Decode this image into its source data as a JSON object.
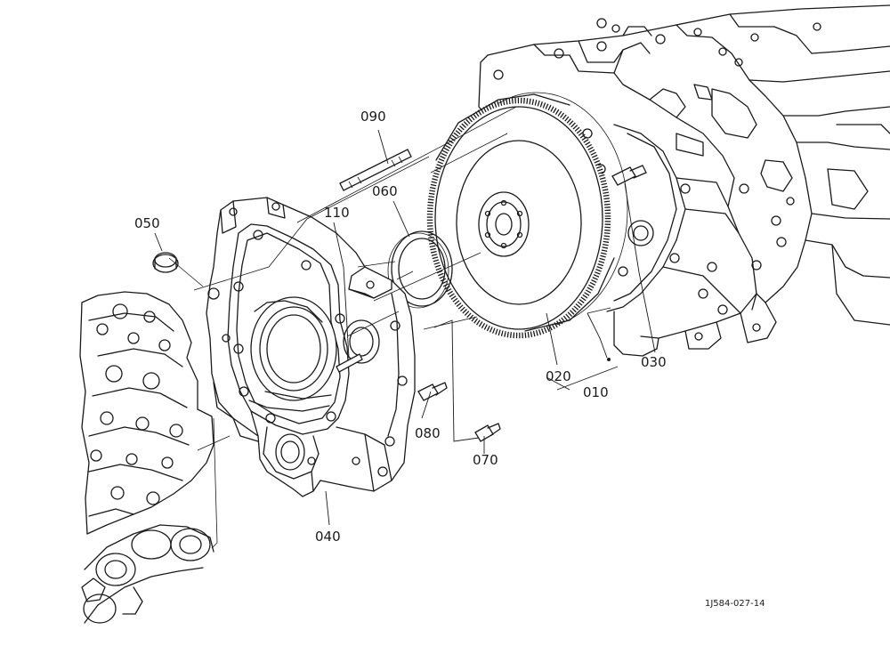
{
  "callouts": {
    "p010": "010",
    "p020": "020",
    "p030": "030",
    "p040": "040",
    "p050": "050",
    "p060": "060",
    "p070": "070",
    "p080": "080",
    "p090": "090",
    "p110": "110"
  },
  "drawing_ref": "1J584-027-14"
}
